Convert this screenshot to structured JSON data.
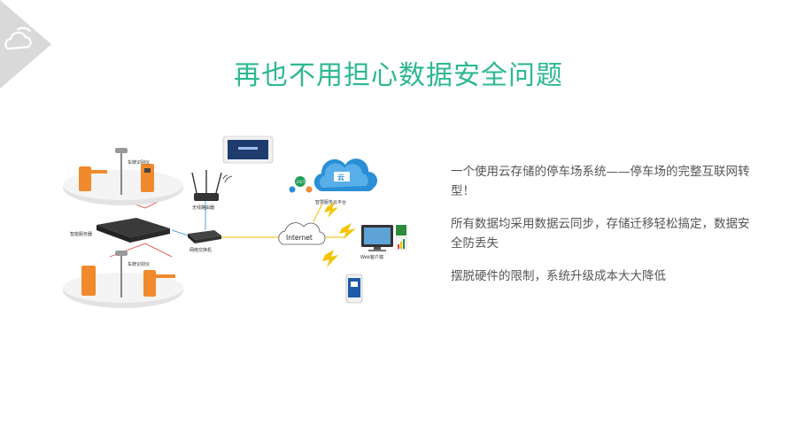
{
  "slide": {
    "title": "再也不用担心数据安全问题"
  },
  "diagram": {
    "nodes": {
      "server": "智能服务器",
      "router": "无线路由器",
      "switch": "网络交换机",
      "internet": "Internet",
      "cloud": "智慧服务云平台",
      "cloud_badge": "24/7",
      "cloud_tag": "云",
      "web_client": "Web客户端",
      "camera_top": "车牌识别仪",
      "camera_bottom": "车牌识别仪"
    }
  },
  "bullets": [
    "一个使用云存储的停车场系统——停车场的完整互联网转型！",
    "所有数据均采用数据云同步，存储迁移轻松搞定，数据安全防丢失",
    "摆脱硬件的限制，系统升级成本大大降低"
  ],
  "colors": {
    "accent": "#2db892",
    "corner": "#d9d9d9",
    "barrier": "#f08a2c",
    "cloud": "#2a8fd6",
    "link_red": "#e53935",
    "link_yellow": "#f5b800"
  }
}
